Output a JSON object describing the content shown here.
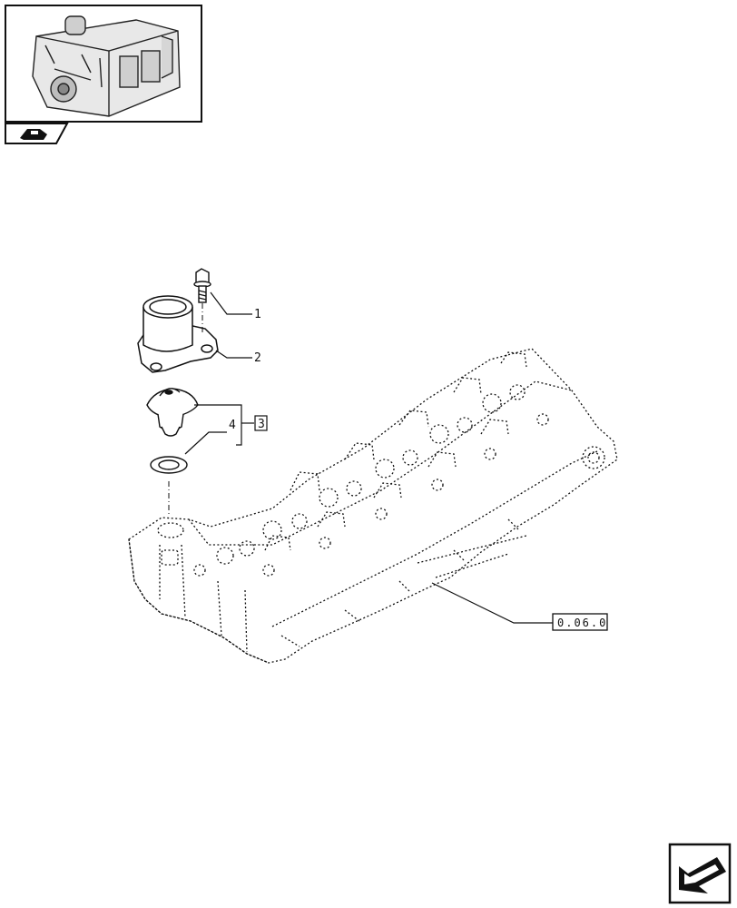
{
  "callouts": {
    "item_1": "1",
    "item_2": "2",
    "item_3": "3",
    "item_4": "4"
  },
  "reference_box": "0.06.0",
  "icons": {
    "thumbnail": "engine-thumbnail-icon",
    "section_tab": "engine-section-icon",
    "nav": "next-page-arrow-icon"
  },
  "colors": {
    "line": "#111111",
    "background": "#ffffff"
  }
}
